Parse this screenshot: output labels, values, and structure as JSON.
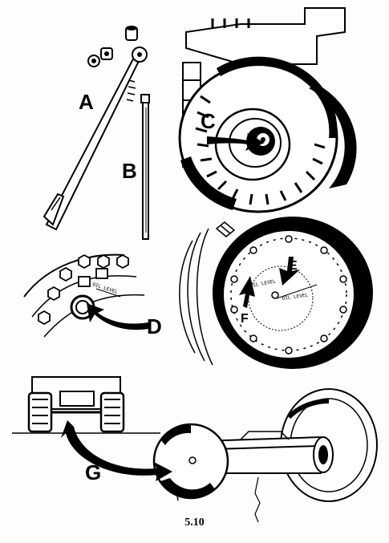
{
  "labels": {
    "A": "A",
    "B": "B",
    "C": "C",
    "D": "D",
    "E": "E",
    "F": "F",
    "G": "G"
  },
  "plate_text": {
    "oil_level_left": "OIL LEVEL",
    "oil_level_right": "OIL LEVEL"
  },
  "caption": "5.10",
  "colors": {
    "ink": "#000000",
    "paper": "#fdfdfb"
  }
}
